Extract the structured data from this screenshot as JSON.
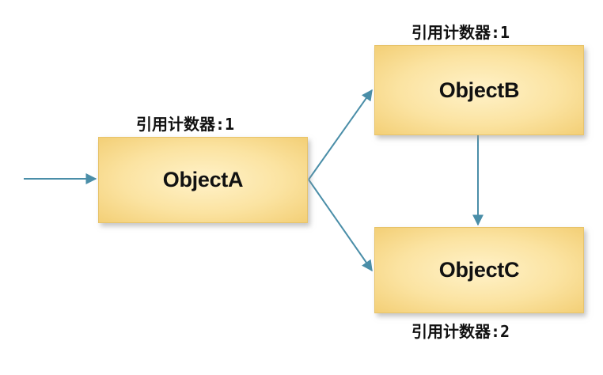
{
  "diagram": {
    "nodes": [
      {
        "id": "A",
        "label": "ObjectA",
        "counter": "引用计数器:1"
      },
      {
        "id": "B",
        "label": "ObjectB",
        "counter": "引用计数器:1"
      },
      {
        "id": "C",
        "label": "ObjectC",
        "counter": "引用计数器:2"
      }
    ],
    "edges": [
      {
        "from": "external",
        "to": "A"
      },
      {
        "from": "A",
        "to": "B"
      },
      {
        "from": "A",
        "to": "C"
      },
      {
        "from": "B",
        "to": "C"
      }
    ],
    "colors": {
      "node_fill": "#fbe3a1",
      "node_border": "#e7c36a",
      "arrow": "#4a8ea8"
    }
  }
}
